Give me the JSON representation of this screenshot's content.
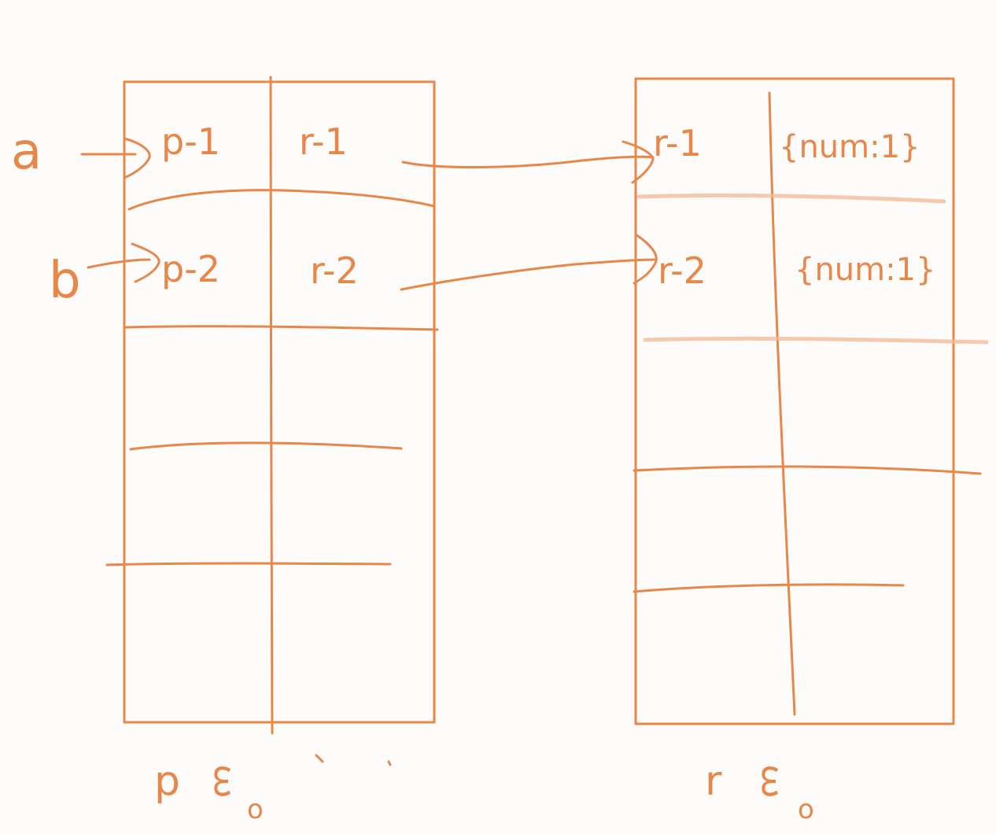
{
  "ink_color": "#e8874a",
  "pointers": {
    "a": "a",
    "b": "b"
  },
  "p_table": {
    "rows": [
      {
        "key": "p-1",
        "value": "r-1"
      },
      {
        "key": "p-2",
        "value": "r-2"
      }
    ],
    "caption": "p",
    "caption_glyph": "ᢄ",
    "caption_sub": "o"
  },
  "r_table": {
    "rows": [
      {
        "key": "r-1",
        "value": "{num:1}"
      },
      {
        "key": "r-2",
        "value": "{num:1}"
      }
    ],
    "caption": "r",
    "caption_glyph": "ᢄ",
    "caption_sub": "o"
  }
}
